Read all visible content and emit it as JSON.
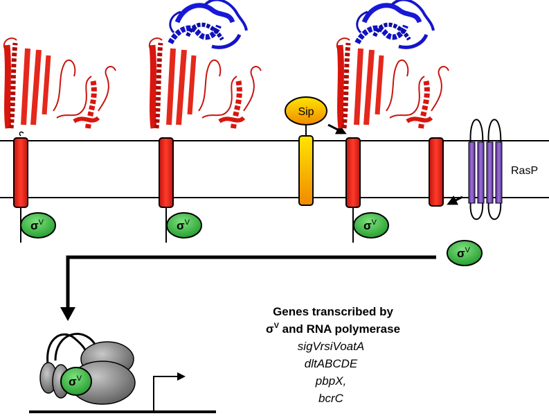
{
  "labels": {
    "sip": "Sip",
    "rasp": "RasP",
    "sigma": "σ",
    "sigma_sup": "V"
  },
  "genes": {
    "title_line1": "Genes transcribed by",
    "title_line2_sigma": "σ",
    "title_line2_sup": "V",
    "title_line2_rest": " and RNA polymerase",
    "items": [
      "sigVrsiVoatA",
      "dltABCDE",
      "pbpX,",
      "bcrC"
    ]
  },
  "colors": {
    "anti_sigma_red": "#e8281e",
    "anti_sigma_outline": "#6b0d08",
    "sip_yellow": "#f5c400",
    "sip_orange": "#f29100",
    "sigma_green": "#3db23d",
    "rasp_purple": "#7a4fb0",
    "lysozyme_blue": "#1414c8",
    "rnap_gray": "#8c8c8c"
  },
  "icons": {
    "anti_sigma_structure": "red-ribbon-protein-icon",
    "lysozyme_structure": "blue-ribbon-protein-icon",
    "rnap": "rna-polymerase-icon",
    "promoter": "promoter-arrow-icon"
  }
}
